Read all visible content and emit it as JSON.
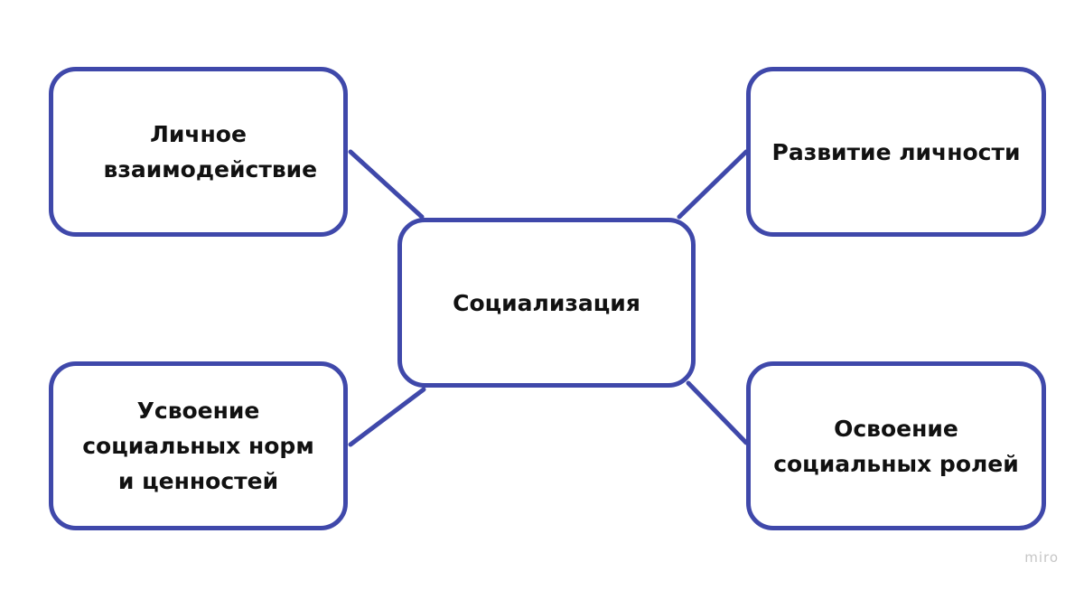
{
  "diagram": {
    "center": "Социализация",
    "nodes": {
      "top_left": "Личное взаимодействие",
      "top_right": "Развитие личности",
      "bottom_left": "Усвоение социальных норм и ценностей",
      "bottom_right": "Освоение социальных ролей"
    },
    "edges": [
      [
        "Социализация",
        "Личное взаимодействие"
      ],
      [
        "Социализация",
        "Развитие личности"
      ],
      [
        "Социализация",
        "Усвоение социальных норм и ценностей"
      ],
      [
        "Социализация",
        "Освоение социальных ролей"
      ]
    ]
  },
  "colors": {
    "border": "#3f48aa",
    "text": "#111111",
    "watermark": "#c6c6c6"
  },
  "watermark": "miro"
}
